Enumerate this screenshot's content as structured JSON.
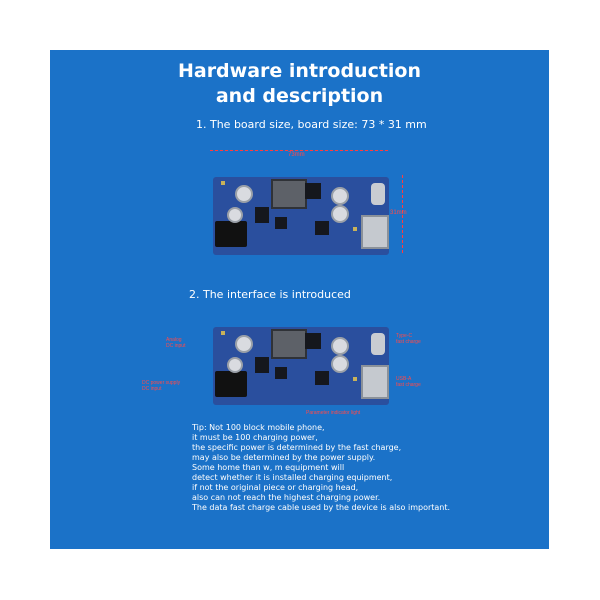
{
  "title": {
    "line1": "Hardware introduction",
    "line2": "and description"
  },
  "sections": {
    "board_size": "1. The board size, board size: 73 * 31 mm",
    "interface": "2. The interface is introduced"
  },
  "dimensions": {
    "width": "73mm",
    "height": "31mm"
  },
  "interface_labels": {
    "left_top": "Analog\nDC input",
    "left_bottom": "DC power supply\nDC input",
    "right_top": "Type-C\nfast charge",
    "right_middle": "USB-A\nfast charge",
    "bottom": "Parameter indicator light"
  },
  "tip_lines": [
    "Tip: Not 100 block mobile phone,",
    "it must be 100 charging power,",
    "the specific power is determined by the fast charge,",
    "may also be determined by the power supply.",
    "Some home than w, m equipment will",
    "detect whether it is installed charging equipment,",
    "if not the original piece or charging head,",
    "also can not reach the highest charging power.",
    "The data fast charge cable used by the device is also important."
  ],
  "colors": {
    "panel": "#1b72c8",
    "title": "#ffffff",
    "dimension_marker": "#ff3d3d"
  }
}
